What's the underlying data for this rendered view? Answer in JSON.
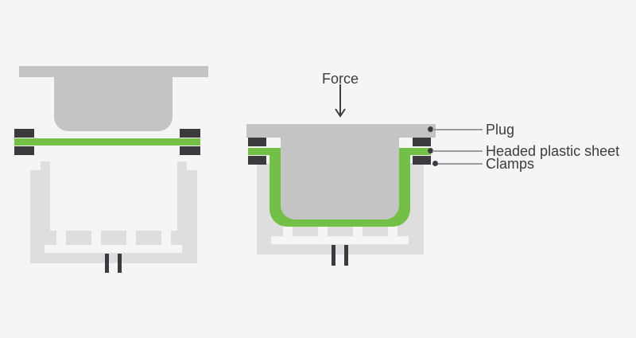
{
  "diagram": {
    "force_label": "Force",
    "labels": {
      "plug": "Plug",
      "sheet": "Headed plastic sheet",
      "clamps": "Clamps"
    },
    "colors": {
      "background": "#f5f5f6",
      "plug_gray": "#c4c4c4",
      "mold_gray": "#dedede",
      "clamp_dark": "#3b3b3d",
      "sheet_green": "#72c146",
      "leader_line": "#9c9c9c",
      "text": "#3d3d40"
    }
  }
}
